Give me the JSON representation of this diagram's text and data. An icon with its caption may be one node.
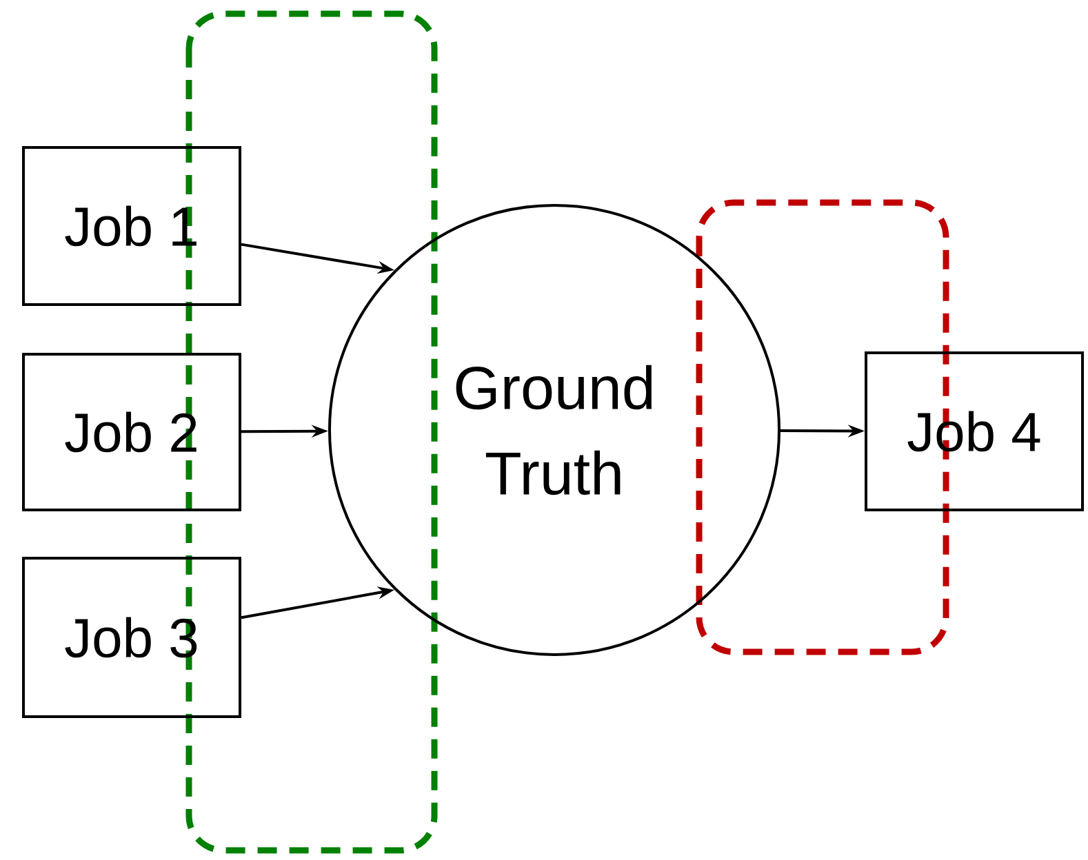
{
  "diagram": {
    "nodes": [
      {
        "text": [
          "Job 1"
        ]
      },
      {
        "text": [
          "Job 2"
        ]
      },
      {
        "text": [
          "Job 3"
        ]
      },
      {
        "text": [
          "Ground Truth"
        ]
      },
      {
        "text": [
          "Job 4"
        ]
      }
    ],
    "edges": [
      {
        "from": 0,
        "to": 3,
        "arrow": "to"
      },
      {
        "from": 1,
        "to": 3,
        "arrow": "to"
      },
      {
        "from": 2,
        "to": 3,
        "arrow": "to"
      },
      {
        "from": 3,
        "to": 4,
        "arrow": "to"
      }
    ]
  }
}
